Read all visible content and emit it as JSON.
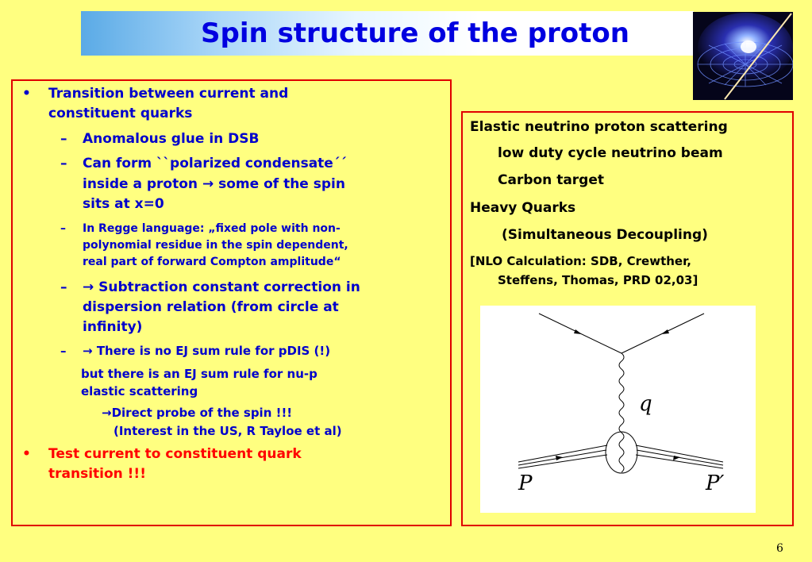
{
  "slide": {
    "title": "Spin structure of the proton",
    "page_number": "6"
  },
  "left_panel": {
    "b1_bullet": "•",
    "b1_line1": "Transition between current and",
    "b1_line2": "constituent quarks",
    "s1_dash": "–",
    "s1_line1": "Anomalous glue in DSB",
    "s2_dash": "–",
    "s2_line1": "Can form ``polarized condensate´´",
    "s2_line2a": "inside a proton",
    "arrow": "→",
    "s2_line2b": "some of the spin",
    "s2_line3": "sits at x=0",
    "s3_dash": "–",
    "s3_line1": "In Regge language: „fixed pole with non-",
    "s3_line2": "polynomial residue in the spin dependent,",
    "s3_line3": "real part of forward Compton amplitude“",
    "s4_dash": "–",
    "s4_line1": "Subtraction constant correction in",
    "s4_line2": "dispersion relation (from circle at",
    "s4_line3": "infinity)",
    "s5_dash": "–",
    "s5_line1": "There is no EJ sum rule for pDIS (!)",
    "s5_line2": "but there is an EJ sum rule for nu-p",
    "s5_line3": "elastic scattering",
    "s6_line1": "Direct probe of the spin !!!",
    "s6_line2": "(Interest in the US, R Tayloe et al)",
    "b2_bullet": "•",
    "b2_line1": "Test current to constituent quark",
    "b2_line2": "transition !!!"
  },
  "right_panel": {
    "r1": "Elastic neutrino proton scattering",
    "r2": "low duty cycle neutrino beam",
    "r3": "Carbon target",
    "r4": "Heavy Quarks",
    "r5": "(Simultaneous Decoupling)",
    "r6": "[NLO Calculation: SDB, Crewther,",
    "r7": "Steffens, Thomas, PRD 02,03]"
  },
  "diagram": {
    "q_label": "q",
    "p_label": "P",
    "p_prime_label": "P′"
  },
  "colors": {
    "background": "#ffff80",
    "title": "#0000e0",
    "text_blue": "#0000cc",
    "text_red": "#ff0000",
    "frame_red": "#e00000"
  }
}
